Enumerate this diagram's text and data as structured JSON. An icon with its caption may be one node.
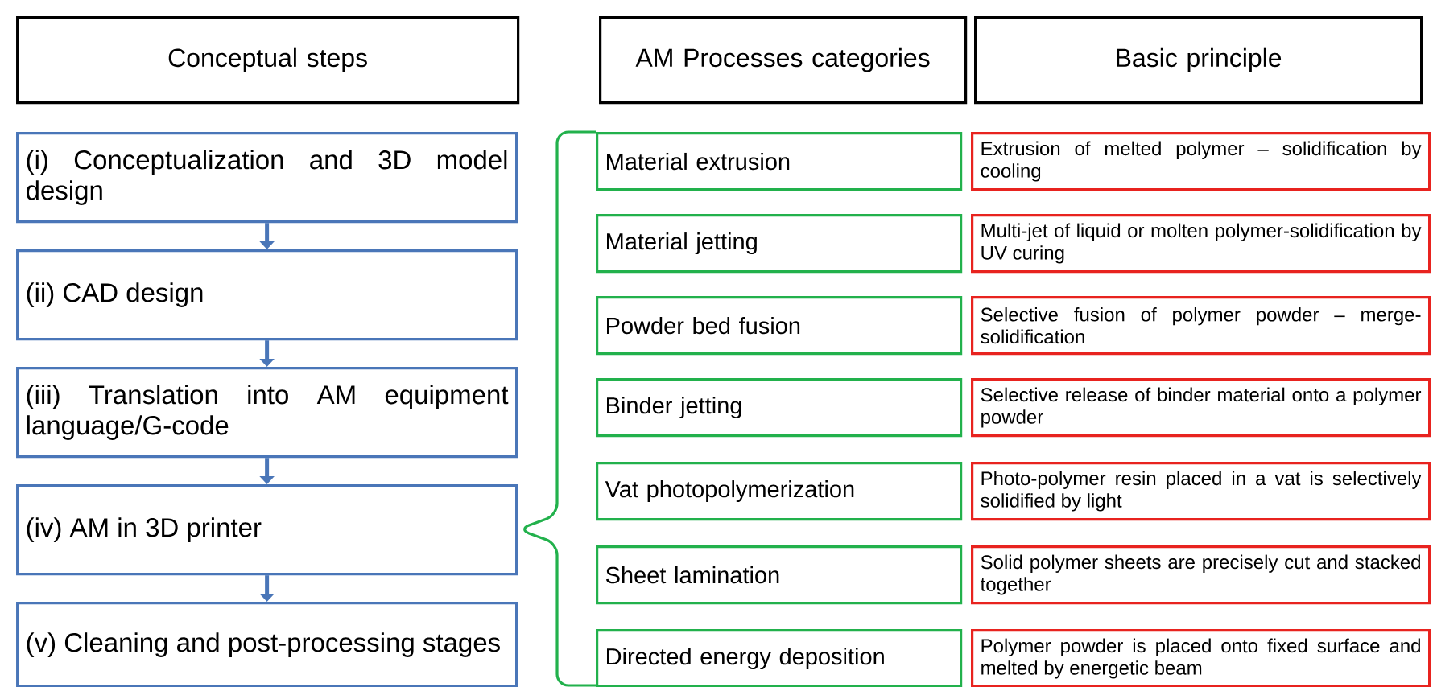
{
  "diagram": {
    "nodes": [
      {
        "text": [
          "Conceptual steps"
        ]
      },
      {
        "text": [
          "AM Processes categories"
        ]
      },
      {
        "text": [
          "Basic principle"
        ]
      },
      {
        "text": [
          "(i) Conceptualization and 3D model design"
        ]
      },
      {
        "text": [
          "(ii) CAD design"
        ]
      },
      {
        "text": [
          "(iii) Translation into AM equipment language/G-code"
        ]
      },
      {
        "text": [
          "(iv) AM in 3D printer"
        ]
      },
      {
        "text": [
          "(v) Cleaning and post-processing stages"
        ]
      },
      {
        "text": [
          "Material extrusion"
        ]
      },
      {
        "text": [
          "Material jetting"
        ]
      },
      {
        "text": [
          "Powder bed fusion"
        ]
      },
      {
        "text": [
          "Binder jetting"
        ]
      },
      {
        "text": [
          "Vat photopolymerization"
        ]
      },
      {
        "text": [
          "Sheet lamination"
        ]
      },
      {
        "text": [
          "Directed energy deposition"
        ]
      },
      {
        "text": [
          "Extrusion of melted polymer – solidification by cooling"
        ]
      },
      {
        "text": [
          "Multi-jet of liquid or molten polymer-solidification by UV curing"
        ]
      },
      {
        "text": [
          "Selective fusion of polymer powder – merge-solidification"
        ]
      },
      {
        "text": [
          "Selective release of binder material onto a polymer powder"
        ]
      },
      {
        "text": [
          "Photo-polymer resin placed in a vat is selectively solidified by light"
        ]
      },
      {
        "text": [
          "Solid polymer sheets are precisely cut and stacked together"
        ]
      },
      {
        "text": [
          "Polymer powder is placed onto fixed surface and melted by energetic beam"
        ]
      }
    ],
    "edges": [
      {
        "from": 3,
        "to": 4,
        "arrow": "to"
      },
      {
        "from": 4,
        "to": 5,
        "arrow": "to"
      },
      {
        "from": 5,
        "to": 6,
        "arrow": "to"
      },
      {
        "from": 6,
        "to": 7,
        "arrow": "to"
      }
    ]
  }
}
